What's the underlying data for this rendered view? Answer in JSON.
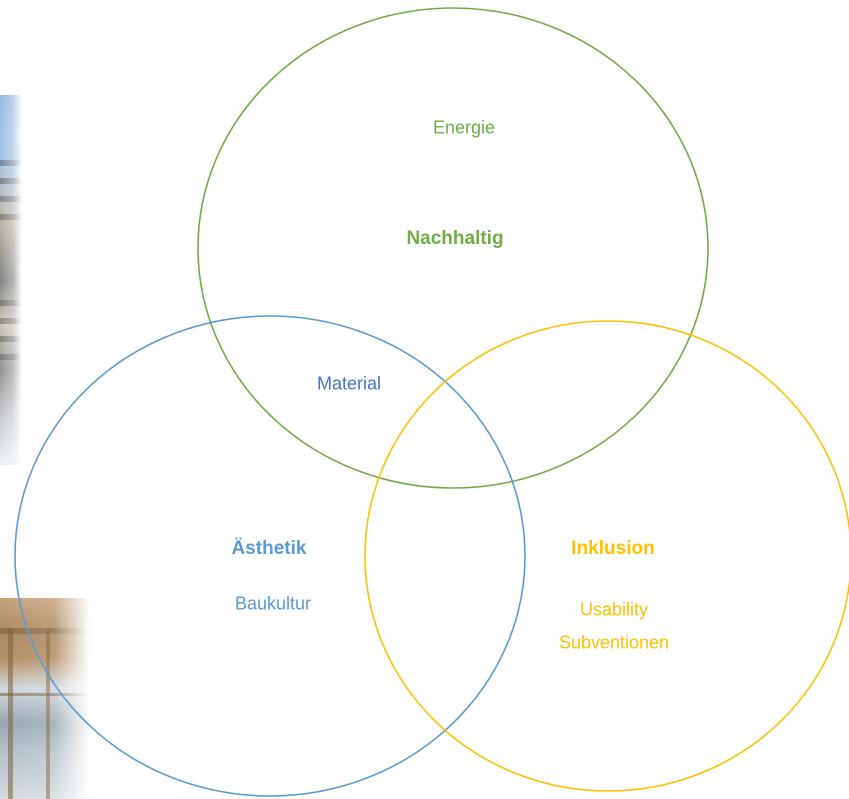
{
  "colors": {
    "green": "#70ad47",
    "blue": "#5b9bd5",
    "yellow": "#ffc000",
    "material_blue": "#4472c4"
  },
  "circles": {
    "nachhaltig": {
      "title": "Nachhaltig",
      "items": [
        "Energie"
      ]
    },
    "aesthetik": {
      "title": "Ästhetik",
      "items": [
        "Baukultur"
      ]
    },
    "inklusion": {
      "title": "Inklusion",
      "items": [
        "Usability",
        "Subventionen"
      ]
    }
  },
  "overlaps": {
    "nachhaltig_aesthetik": "Material"
  }
}
